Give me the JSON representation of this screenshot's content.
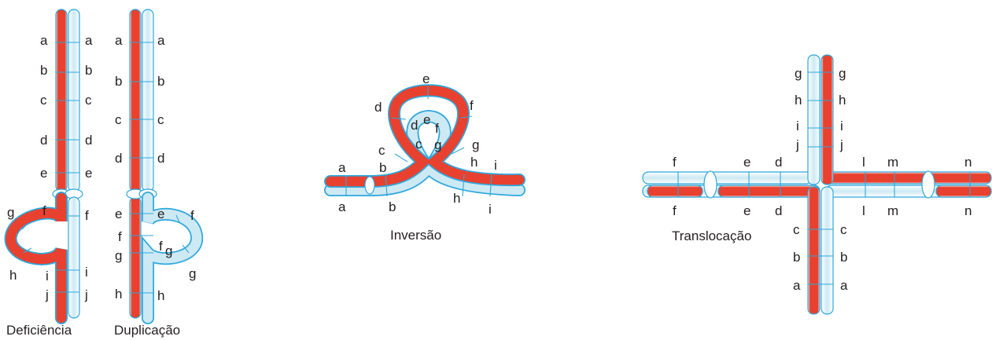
{
  "colors": {
    "red_chromosome": "#e8412f",
    "blue_chromosome": "#cde9f4",
    "outline": "#2ea8dc",
    "text": "#231f20"
  },
  "panels": {
    "deficiencia": {
      "caption": "Deficiência",
      "labels": [
        "a",
        "b",
        "c",
        "d",
        "e",
        "f",
        "g",
        "h",
        "i",
        "j"
      ]
    },
    "duplicacao": {
      "caption": "Duplicação",
      "labels": [
        "a",
        "b",
        "c",
        "d",
        "e",
        "f",
        "g",
        "h"
      ]
    },
    "inversao": {
      "caption": "Inversão",
      "labels": [
        "a",
        "b",
        "c",
        "d",
        "e",
        "f",
        "g",
        "h",
        "i"
      ]
    },
    "translocacao": {
      "caption": "Translocação",
      "labels": [
        "a",
        "b",
        "c",
        "d",
        "e",
        "f",
        "g",
        "h",
        "i",
        "j",
        "l",
        "m",
        "n"
      ]
    }
  }
}
